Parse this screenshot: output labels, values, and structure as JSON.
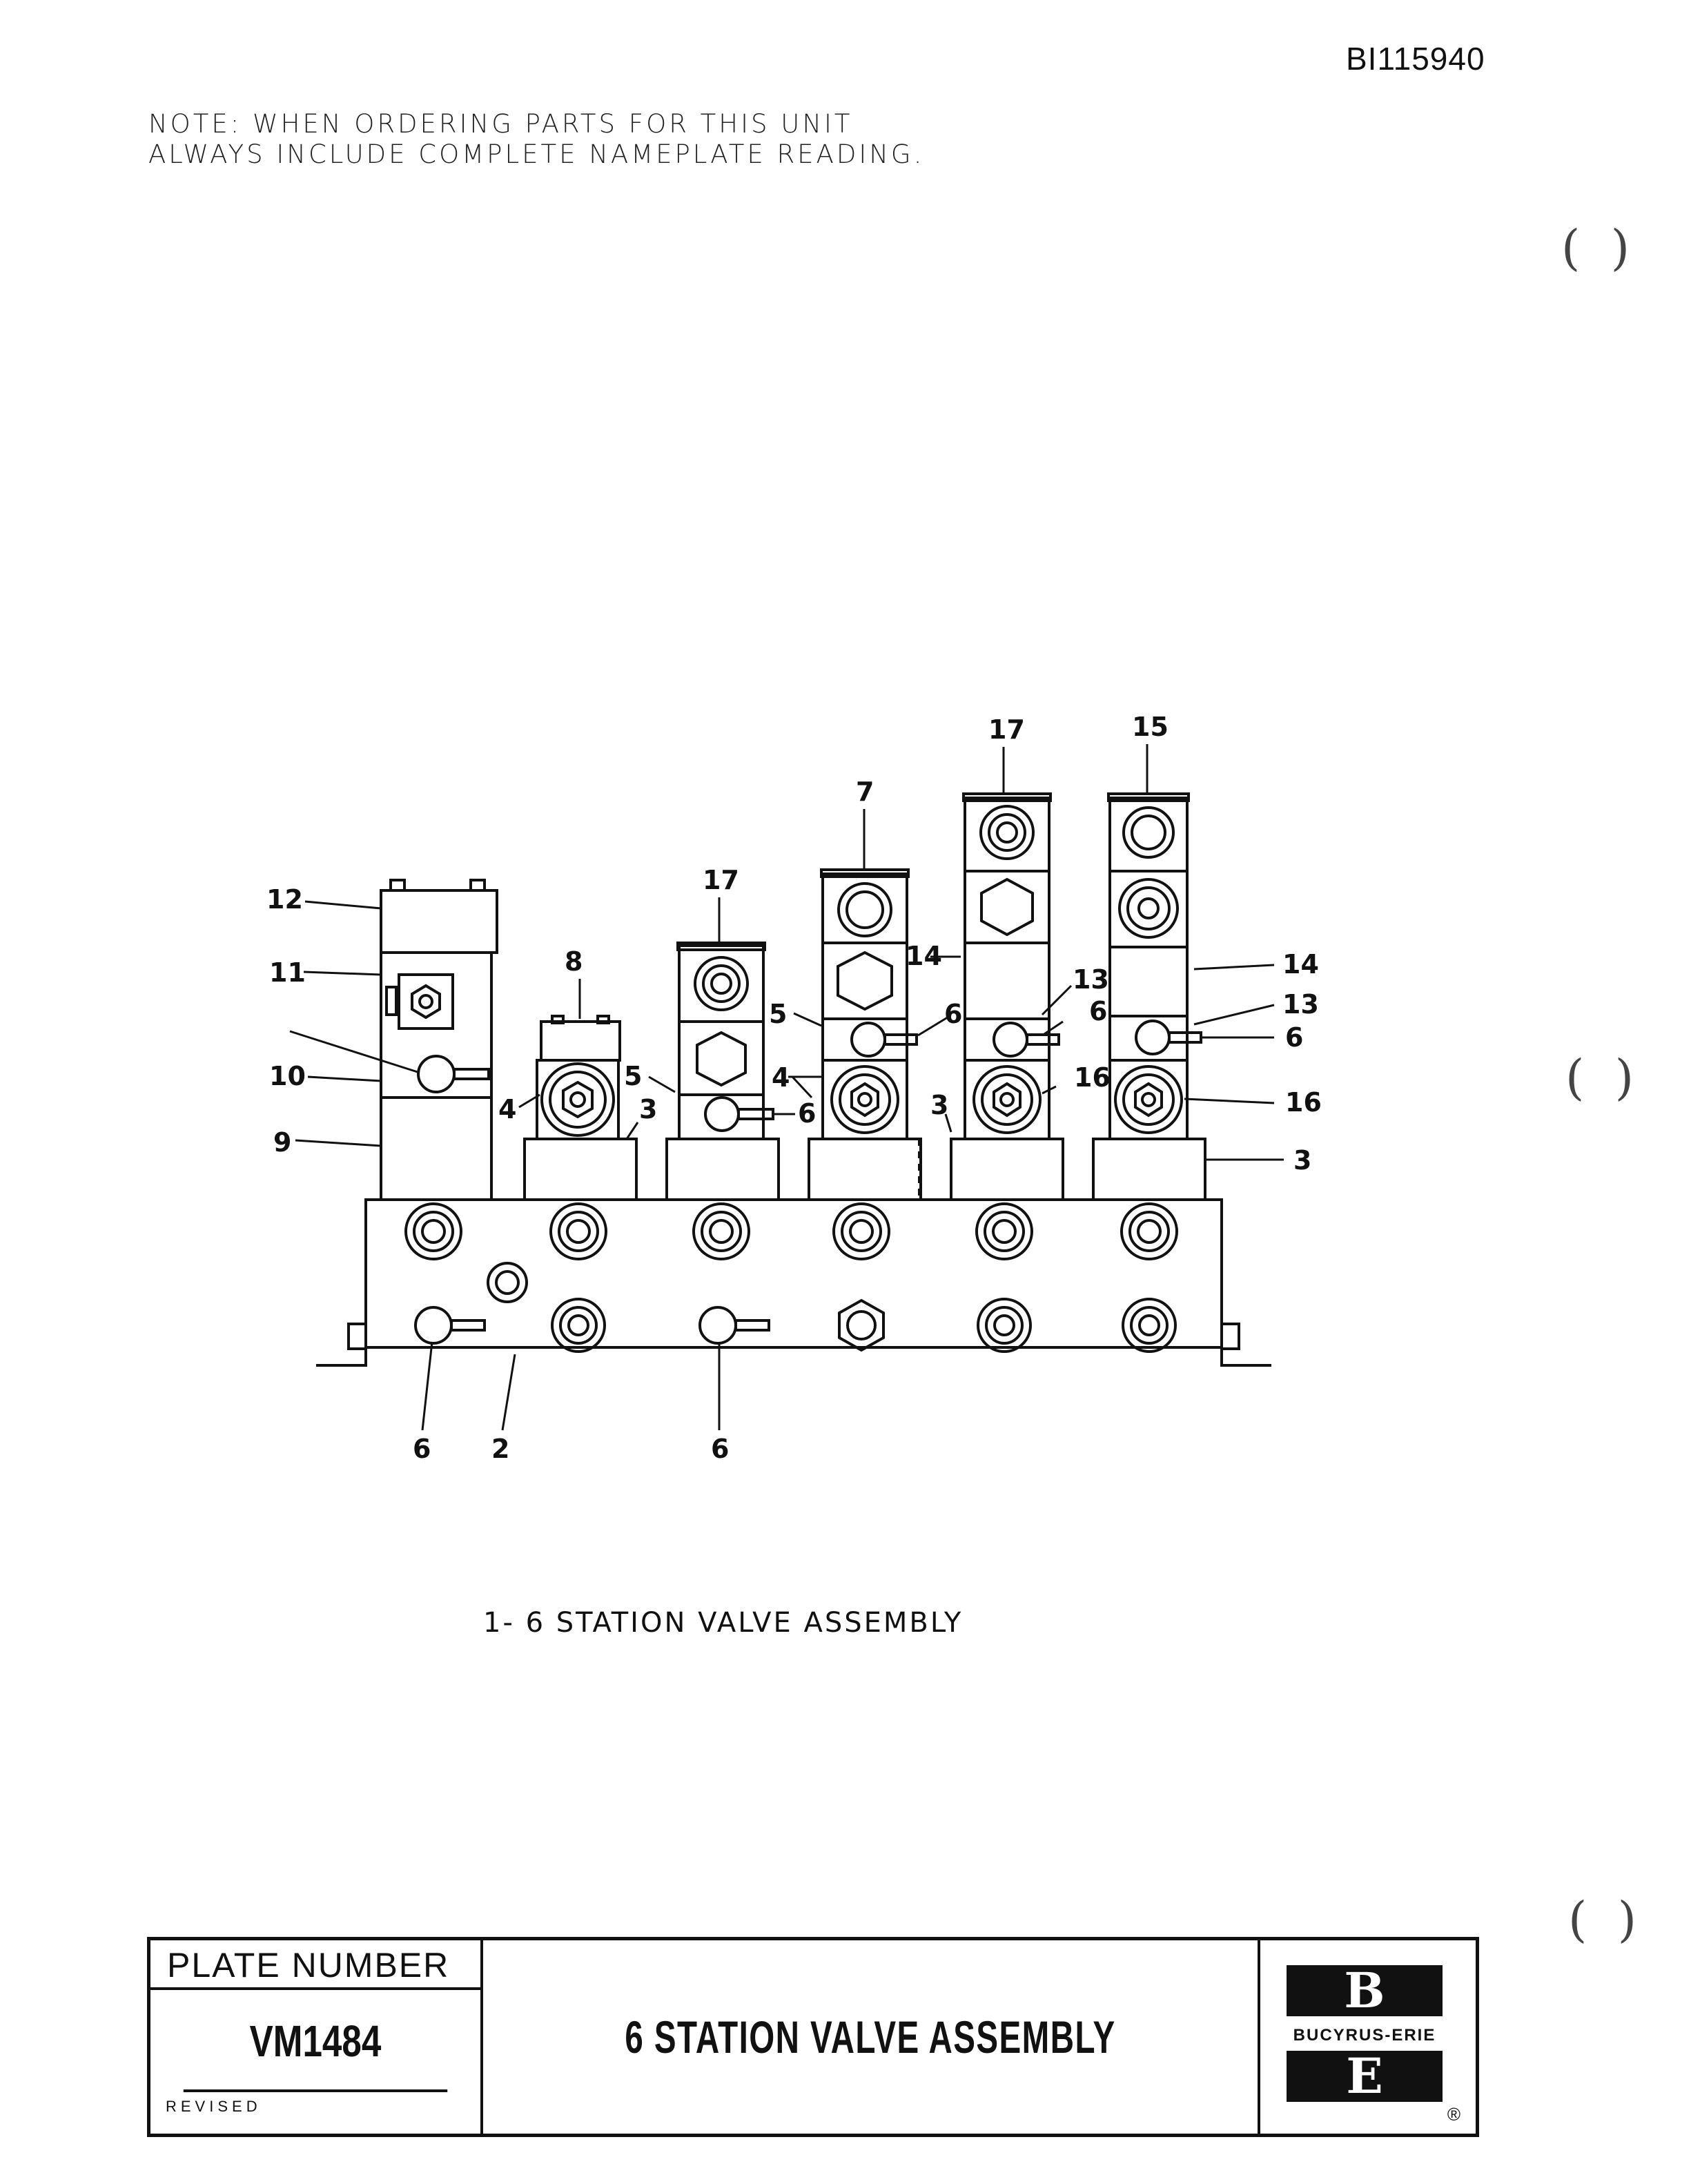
{
  "header": {
    "document_number": "BI115940",
    "note_lines": [
      "NOTE:  WHEN ORDERING PARTS FOR THIS UNIT",
      "ALWAYS INCLUDE COMPLETE NAMEPLATE READING."
    ]
  },
  "figure": {
    "caption": "1- 6 STATION  VALVE  ASSEMBLY",
    "callouts": [
      "17",
      "15",
      "7",
      "17",
      "12",
      "8",
      "14",
      "13",
      "6",
      "14",
      "13",
      "6",
      "11",
      "5",
      "6",
      "10",
      "5",
      "4",
      "16",
      "16",
      "4",
      "3",
      "6",
      "3",
      "9",
      "3",
      "6",
      "2",
      "6"
    ]
  },
  "title_block": {
    "plate_number_label": "PLATE NUMBER",
    "plate_number": "VM1484",
    "revised_label": "REVISED",
    "title": "6 STATION VALVE ASSEMBLY",
    "logo_top": "B",
    "logo_bottom": "E",
    "brand": "BUCYRUS-ERIE",
    "registered_mark": "®"
  }
}
